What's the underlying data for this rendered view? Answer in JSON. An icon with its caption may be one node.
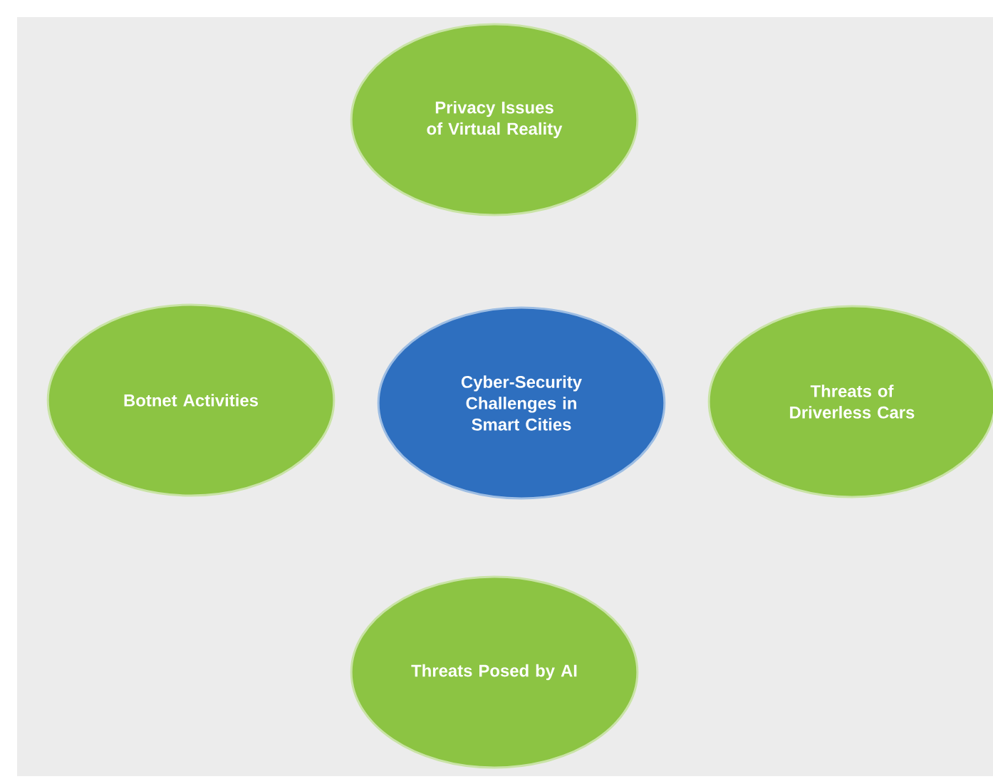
{
  "diagram": {
    "nodes": [
      {
        "text": [
          "Privacy Issues of Virtual Reality"
        ]
      },
      {
        "text": [
          "Botnet Activities"
        ]
      },
      {
        "text": [
          "Cyber-Security Challenges in Smart Cities"
        ]
      },
      {
        "text": [
          "Threats of Driverless Cars"
        ]
      },
      {
        "text": [
          "Threats Posed by AI"
        ]
      }
    ]
  }
}
